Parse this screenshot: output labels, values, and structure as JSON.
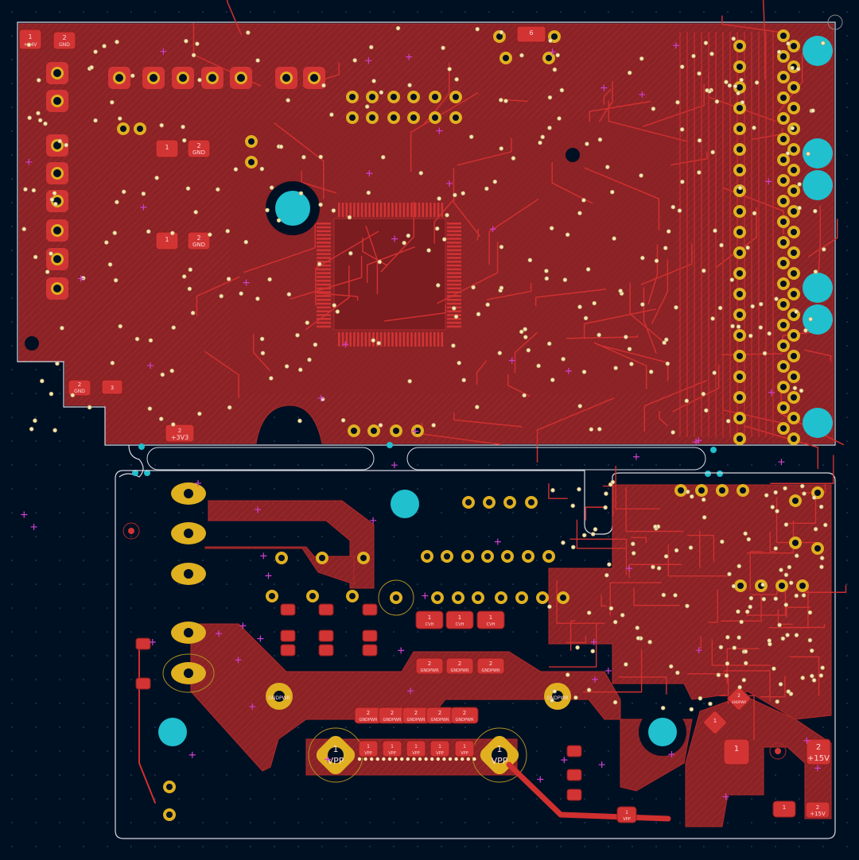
{
  "view": "pcb-layout",
  "colors": {
    "background": "#001023",
    "copper_pour": "#8a2226",
    "copper_trace": "#d0302f",
    "pad_ring": "#e0b020",
    "mounting_hole": "#20c0cf",
    "board_edge": "#d8d8e0",
    "marker": "#d040d0"
  },
  "top_board": {
    "labels": {
      "pwr_in_num": "1",
      "pwr_in_net": "+24V",
      "gnd_in_num": "2",
      "gnd_in_net": "GND",
      "reg1_gnd_num": "2",
      "reg1_gnd_net": "GND",
      "reg2_gnd_num": "2",
      "reg2_gnd_net": "GND",
      "bottom_gnd_num": "2",
      "bottom_gnd_net": "GND",
      "bottom_pin3": "3",
      "v33_num": "2",
      "v33_net": "+3V3",
      "top_conn_num": "6",
      "reg1_in_num": "1",
      "reg2_in_num": "1"
    }
  },
  "bottom_board": {
    "labels": {
      "vpp_left_num": "1",
      "vpp_left_net": "VPP",
      "vpp_right_num": "1",
      "vpp_right_net": "VPP",
      "gndpwr_pad_net": "GNDPWR",
      "cvh_num": "1",
      "cvh_net": "CVH",
      "gndpwr_num": "2",
      "vpp_small_net": "VPP",
      "p15_big_num": "2",
      "p15_big_net": "+15V",
      "p15_small_num": "2",
      "p15_small_net": "+15V",
      "pwr_reg_num": "1",
      "diamond_num": "1",
      "small_pad_num": "1",
      "gndpwr_diamond_num": "2",
      "gndpwr_diamond_net": "GNDPWR"
    }
  }
}
